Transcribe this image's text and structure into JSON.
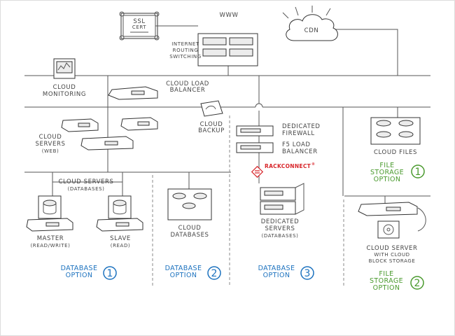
{
  "labels": {
    "www": "WWW",
    "ssl_line1": "SSL",
    "ssl_line2": "CERT",
    "cdn": "CDN",
    "internet_1": "INTERNET",
    "internet_2": "ROUTING",
    "internet_3": "SWITCHING",
    "cloud_monitoring_1": "CLOUD",
    "cloud_monitoring_2": "MONITORING",
    "cloud_lb_1": "CLOUD LOAD",
    "cloud_lb_2": "BALANCER",
    "cloud_backup_1": "CLOUD",
    "cloud_backup_2": "BACKUP",
    "cloud_servers_web_1": "CLOUD",
    "cloud_servers_web_2": "SERVERS",
    "cloud_servers_web_3": "(WEB)",
    "dedicated_firewall_1": "DEDICATED",
    "dedicated_firewall_2": "FIREWALL",
    "f5_lb_1": "F5 LOAD",
    "f5_lb_2": "BALANCER",
    "rackconnect": "RACKCONNECT",
    "rackconnect_mark": "®",
    "cloud_files": "CLOUD FILES",
    "cloud_servers_db_1": "CLOUD SERVERS",
    "cloud_servers_db_2": "(DATABASES)",
    "master_1": "MASTER",
    "master_2": "(READ/WRITE)",
    "slave_1": "SLAVE",
    "slave_2": "(READ)",
    "cloud_databases_1": "CLOUD",
    "cloud_databases_2": "DATABASES",
    "dedicated_servers_1": "DEDICATED",
    "dedicated_servers_2": "SERVERS",
    "dedicated_servers_3": "(DATABASES)",
    "cloud_server_block_1": "CLOUD SERVER",
    "cloud_server_block_2": "WITH CLOUD",
    "cloud_server_block_3": "BLOCK STORAGE"
  },
  "options": [
    {
      "line1": "DATABASE",
      "line2": "OPTION",
      "number": "1",
      "color": "#1c72bf"
    },
    {
      "line1": "DATABASE",
      "line2": "OPTION",
      "number": "2",
      "color": "#1c72bf"
    },
    {
      "line1": "DATABASE",
      "line2": "OPTION",
      "number": "3",
      "color": "#1c72bf"
    },
    {
      "line1": "FILE",
      "line2": "STORAGE",
      "line3": "OPTION",
      "number": "1",
      "color": "#4a9a2e"
    },
    {
      "line1": "FILE",
      "line2": "STORAGE",
      "line3": "OPTION",
      "number": "2",
      "color": "#4a9a2e"
    }
  ],
  "colors": {
    "database_option": "#1c72bf",
    "file_storage_option": "#4a9a2e",
    "rackconnect": "#d8262b"
  },
  "icons": [
    "ssl-certificate-icon",
    "cloud-icon",
    "router-switch-icon",
    "monitor-icon",
    "server-icon",
    "database-icon",
    "firewall-icon",
    "rackconnect-icon",
    "backup-icon",
    "block-storage-icon"
  ]
}
